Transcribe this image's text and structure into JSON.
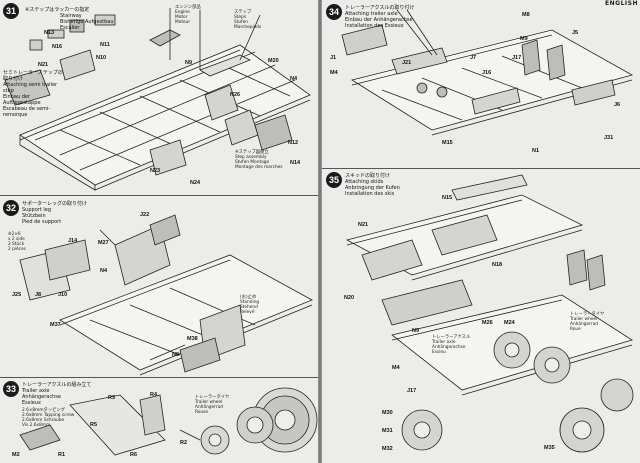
{
  "header": {
    "right_text": "ENGLISH"
  },
  "steps": [
    {
      "number": "31",
      "title": [
        "セミトレーラーステップの取り付け",
        "Attaching semi trailer step",
        "Einbau der Auftiegsstappe",
        "Escabeau de semi-remorque"
      ],
      "sub_jp": "※ステップはラッカーの指定",
      "sub_en": "Stairway",
      "sub_de": "Bisherige Aufgestbau",
      "sub_fr": "Escalier"
    },
    {
      "number": "32",
      "title": [
        "サポーターレッグの取り付け",
        "Support leg",
        "Stützbein",
        "Pied de support"
      ]
    },
    {
      "number": "33",
      "title": [
        "トレーラーアクスルの組み立て",
        "Trailer axle",
        "Anhängerachse",
        "Essieux"
      ]
    },
    {
      "number": "34",
      "title": [
        "トレーラーアクスルの取り付け",
        "Attaching trailer axle",
        "Einbau der Anhängerachse",
        "Installation des Essieux"
      ]
    },
    {
      "number": "35",
      "title": [
        "スキッドの取り付け",
        "Attaching skids",
        "Anbringung der Kufen",
        "Installation des skis"
      ]
    }
  ],
  "labels": {
    "s31": [
      "N13",
      "N16",
      "N11",
      "N10",
      "N21",
      "M20",
      "N9",
      "N4",
      "N12",
      "N26",
      "N23",
      "N14",
      "N24"
    ],
    "s32": [
      "J14",
      "M27",
      "J22",
      "N4",
      "J8",
      "J10",
      "J25",
      "M37",
      "M38",
      "N8"
    ],
    "s33": [
      "R3",
      "R4",
      "R5",
      "R6",
      "R1",
      "R2",
      "M2"
    ],
    "s34": [
      "J5",
      "J6",
      "M8",
      "M9",
      "J7",
      "M15",
      "J21",
      "J16",
      "J17",
      "J31",
      "J1",
      "M4",
      "N1"
    ],
    "s35": [
      "N15",
      "N21",
      "N18",
      "N9",
      "N20",
      "M4",
      "M26",
      "M24",
      "M30",
      "M31",
      "M32",
      "J17",
      "M35"
    ]
  },
  "annotations": {
    "s31_notes": [
      "エンジン部品",
      "Engine",
      "Motor",
      "Moteur"
    ],
    "s31_right": [
      "ステップ",
      "Steps",
      "Stufen",
      "Marchepieds"
    ],
    "s31_left_note": [
      "※ステップ図組立",
      "Step assembly",
      "Stufen Montage",
      "Montage des marches"
    ],
    "s32_note": [
      "(お)止め",
      "Standing",
      "Stehend",
      "Relevé"
    ],
    "s32_small": [
      "※2×6",
      "x 2 side",
      "2 Stück",
      "2 pièces"
    ],
    "s33_note": [
      "トレーラータイヤ",
      "Trailer wheel",
      "Anhängerrad",
      "Roues"
    ],
    "s33_small": [
      "2.6×8mmタッピング",
      "2.6x8mm Tapping screw",
      "2.6x8mm Schraube",
      "Vis 2.6x8mm"
    ],
    "s35_note": [
      "トレーラータイヤ",
      "Trailer wheel",
      "Anhängerrad",
      "Roue"
    ],
    "s35_small": [
      "トレーラーアクスル",
      "Trailer axle",
      "Anhängerachse",
      "Essieu"
    ]
  }
}
